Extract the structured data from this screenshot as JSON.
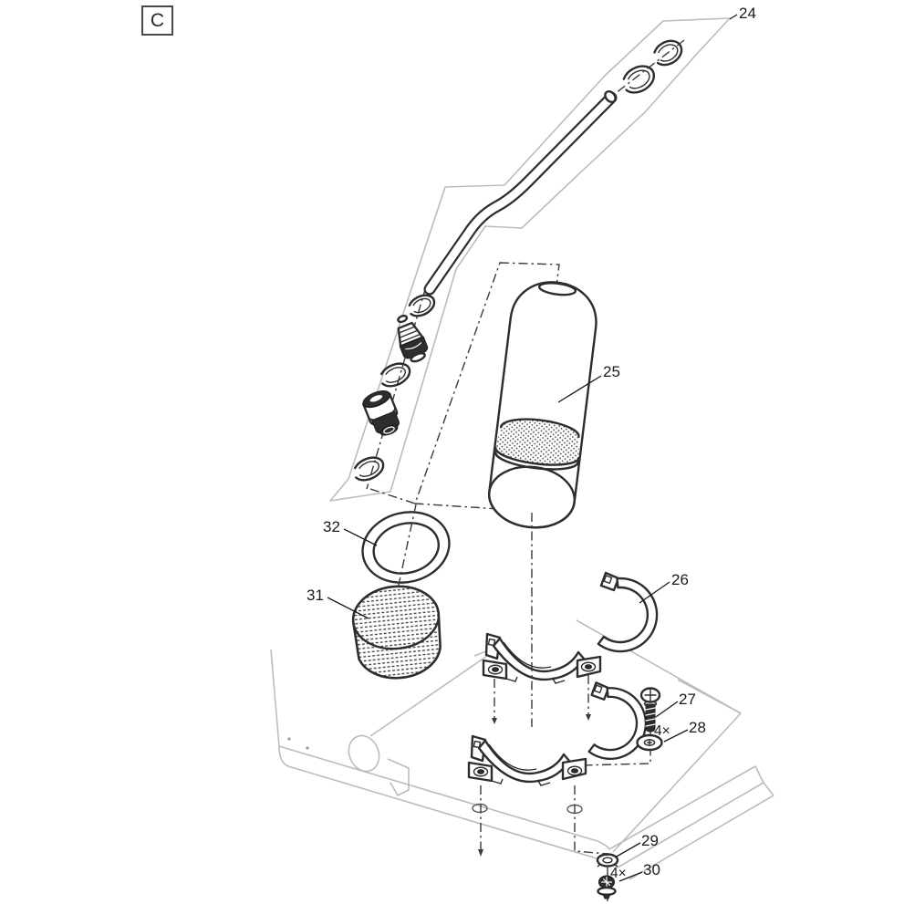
{
  "figure": {
    "view_label": "C"
  },
  "callouts": {
    "c24": "24",
    "c25": "25",
    "c26": "26",
    "c27": "27",
    "qty27": "4×",
    "c28": "28",
    "c29": "29",
    "qty29": "4×",
    "c30": "30",
    "c31": "31",
    "c32": "32"
  },
  "parts": [
    {
      "number": "24",
      "name": "bent-outlet-tube-with-retaining-clips-and-check-valve"
    },
    {
      "number": "25",
      "name": "canister-cylinder"
    },
    {
      "number": "26",
      "name": "pipe-clamp-set"
    },
    {
      "number": "27",
      "name": "clamp-screw"
    },
    {
      "number": "28",
      "name": "washer"
    },
    {
      "number": "29",
      "name": "clip-nut"
    },
    {
      "number": "30",
      "name": "mounting-screw"
    },
    {
      "number": "31",
      "name": "foam-filter-cylinder"
    },
    {
      "number": "32",
      "name": "sealing-ring"
    }
  ],
  "colors": {
    "part_line": "#2d2d2d",
    "context_line": "#bcbcbc",
    "centerline": "#3a3a3a",
    "text": "#1a1a1a",
    "background": "#ffffff"
  }
}
